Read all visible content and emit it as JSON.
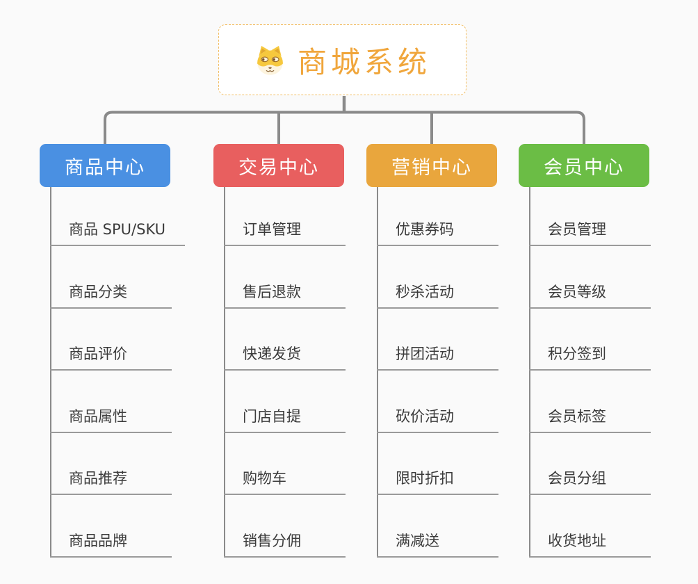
{
  "root": {
    "title": "商城系统",
    "icon": "shiba-dog",
    "accent_color": "#f0a63c",
    "border_color": "#f2bd62"
  },
  "connectors": {
    "color": "#8a8a8a"
  },
  "branches": [
    {
      "label": "商品中心",
      "color": "#4a90e2",
      "items": [
        "商品 SPU/SKU",
        "商品分类",
        "商品评价",
        "商品属性",
        "商品推荐",
        "商品品牌"
      ]
    },
    {
      "label": "交易中心",
      "color": "#e85f5f",
      "items": [
        "订单管理",
        "售后退款",
        "快递发货",
        "门店自提",
        "购物车",
        "销售分佣"
      ]
    },
    {
      "label": "营销中心",
      "color": "#e9a63d",
      "items": [
        "优惠券码",
        "秒杀活动",
        "拼团活动",
        "砍价活动",
        "限时折扣",
        "满减送"
      ]
    },
    {
      "label": "会员中心",
      "color": "#6bbd45",
      "items": [
        "会员管理",
        "会员等级",
        "积分签到",
        "会员标签",
        "会员分组",
        "收货地址"
      ]
    }
  ]
}
